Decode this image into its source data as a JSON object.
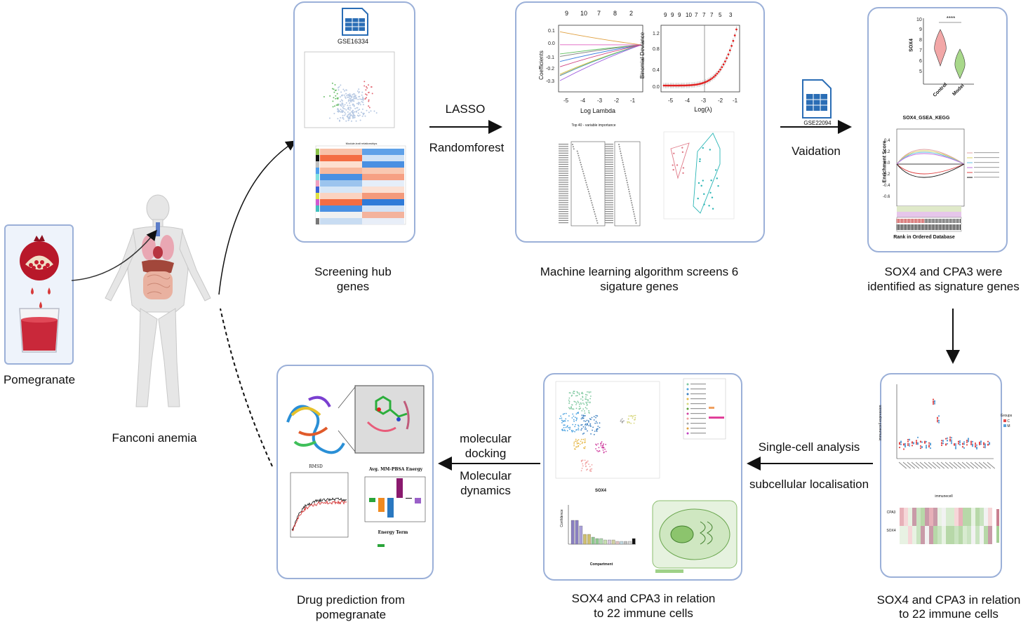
{
  "source": {
    "label": "Pomegranate"
  },
  "disease": {
    "label": "Fanconi anemia"
  },
  "screening": {
    "dataset": "GSE16334",
    "caption_line1": "Screening  hub",
    "caption_line2": "genes",
    "heatmap_title": "Module-trait relationships"
  },
  "ml": {
    "method1": "LASSO",
    "method2": "Randomforest",
    "top_ticks": [
      "9",
      "10",
      "7",
      "8",
      "2"
    ],
    "top_ticks_right": [
      "9",
      "9",
      "9",
      "10",
      "7",
      "7",
      "7",
      "5",
      "3"
    ],
    "xlabel_left": "Log Lambda",
    "ylabel_left": "Coefficients",
    "xlabel_right": "Log(λ)",
    "ylabel_right": "Binomial Deviance",
    "rf_title": "Top 40 - variable importance",
    "caption_line1": "Machine learning algorithm screens 6",
    "caption_line2": "sigature genes"
  },
  "validation": {
    "dataset": "GSE22094",
    "arrow_label": "Vaidation",
    "violin_ylabel": "SOX4",
    "violin_sig": "****",
    "violin_groups": [
      "Control",
      "Model"
    ],
    "gsea_title": "SOX4_GSEA_KEGG",
    "gsea_ylabel": "Enrichment Score",
    "gsea_xlabel": "Rank in Ordered Database",
    "caption_line1": "SOX4 and CPA3 were",
    "caption_line2": "identified as signature genes"
  },
  "immune": {
    "arrow_label1": "Single-cell  analysis",
    "arrow_label2": "subcellular localisation",
    "ylabel": "immunecell expression",
    "xlabel": "immunecell",
    "legend_title": "Groups",
    "legend_items": [
      "C",
      "M"
    ],
    "genes": [
      "CPA3",
      "SOX4"
    ],
    "caption_line1": "SOX4 and CPA3 in relation",
    "caption_line2": "to 22 immune cells"
  },
  "singlecell": {
    "bar_title": "SOX4",
    "bar_ylabel": "Confidence",
    "bar_xlabel": "Compartment",
    "caption_line1": "SOX4 and CPA3 in relation",
    "caption_line2": "to 22 immune cells"
  },
  "drug": {
    "arrow_label1": "molecular",
    "arrow_label2": "docking",
    "arrow_label3": "Molecular",
    "arrow_label4": "dynamics",
    "rmsd_title": "RMSD",
    "energy_title": "Avg. MM-PBSA Energy",
    "energy_xlabel": "Energy Term",
    "caption_line1": "Drug prediction from",
    "caption_line2": "pomegranate"
  },
  "colors": {
    "panel_border": "#9bb0d8",
    "icon_blue": "#2a6db5",
    "pomegranate_red": "#c0202d"
  }
}
